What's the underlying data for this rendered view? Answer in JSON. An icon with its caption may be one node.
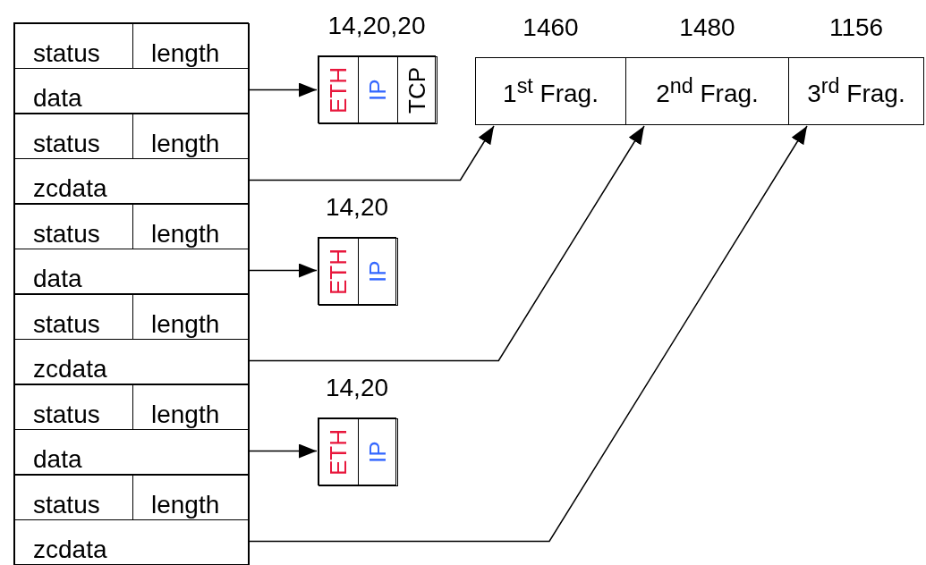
{
  "diagram": {
    "nodes": [
      {
        "text": [],
        "shape": "box"
      },
      {
        "text": [
          "status"
        ],
        "in": 0
      },
      {
        "text": [
          "length"
        ],
        "in": 0
      },
      {
        "text": [
          "data"
        ],
        "in": 0
      },
      {
        "text": [
          "status"
        ],
        "in": 0
      },
      {
        "text": [
          "length"
        ],
        "in": 0
      },
      {
        "text": [
          "zcdata"
        ],
        "in": 0
      },
      {
        "text": [
          "status"
        ],
        "in": 0
      },
      {
        "text": [
          "length"
        ],
        "in": 0
      },
      {
        "text": [
          "data"
        ],
        "in": 0
      },
      {
        "text": [
          "status"
        ],
        "in": 0
      },
      {
        "text": [
          "length"
        ],
        "in": 0
      },
      {
        "text": [
          "zcdata"
        ],
        "in": 0
      },
      {
        "text": [
          "status"
        ],
        "in": 0
      },
      {
        "text": [
          "length"
        ],
        "in": 0
      },
      {
        "text": [
          "data"
        ],
        "in": 0
      },
      {
        "text": [
          "status"
        ],
        "in": 0
      },
      {
        "text": [
          "length"
        ],
        "in": 0
      },
      {
        "text": [
          "zcdata"
        ],
        "in": 0
      },
      {
        "text": [],
        "shape": "box",
        "beside": [
          "14,20,20"
        ]
      },
      {
        "text": [
          "ETH"
        ],
        "in": 19
      },
      {
        "text": [
          "IP"
        ],
        "in": 19
      },
      {
        "text": [
          "TCP"
        ],
        "in": 19
      },
      {
        "text": [],
        "shape": "box",
        "beside": [
          "14,20"
        ]
      },
      {
        "text": [
          "ETH"
        ],
        "in": 23
      },
      {
        "text": [
          "IP"
        ],
        "in": 23
      },
      {
        "text": [],
        "shape": "box",
        "beside": [
          "14,20"
        ]
      },
      {
        "text": [
          "ETH"
        ],
        "in": 26
      },
      {
        "text": [
          "IP"
        ],
        "in": 26
      },
      {
        "text": [
          "1$^{st}$ Frag."
        ],
        "beside": [
          "1460"
        ]
      },
      {
        "text": [
          "2$^{nd}$ Frag."
        ],
        "beside": [
          "1480"
        ]
      },
      {
        "text": [
          "3$^{rd}$ Frag."
        ],
        "beside": [
          "1156"
        ]
      }
    ],
    "edges": [
      {
        "from": 3,
        "to": 19,
        "arrow": "to"
      },
      {
        "from": 6,
        "to": 29,
        "arrow": "to"
      },
      {
        "from": 9,
        "to": 23,
        "arrow": "to"
      },
      {
        "from": 12,
        "to": 30,
        "arrow": "to"
      },
      {
        "from": 15,
        "to": 26,
        "arrow": "to"
      },
      {
        "from": 18,
        "to": 31,
        "arrow": "to"
      }
    ]
  }
}
